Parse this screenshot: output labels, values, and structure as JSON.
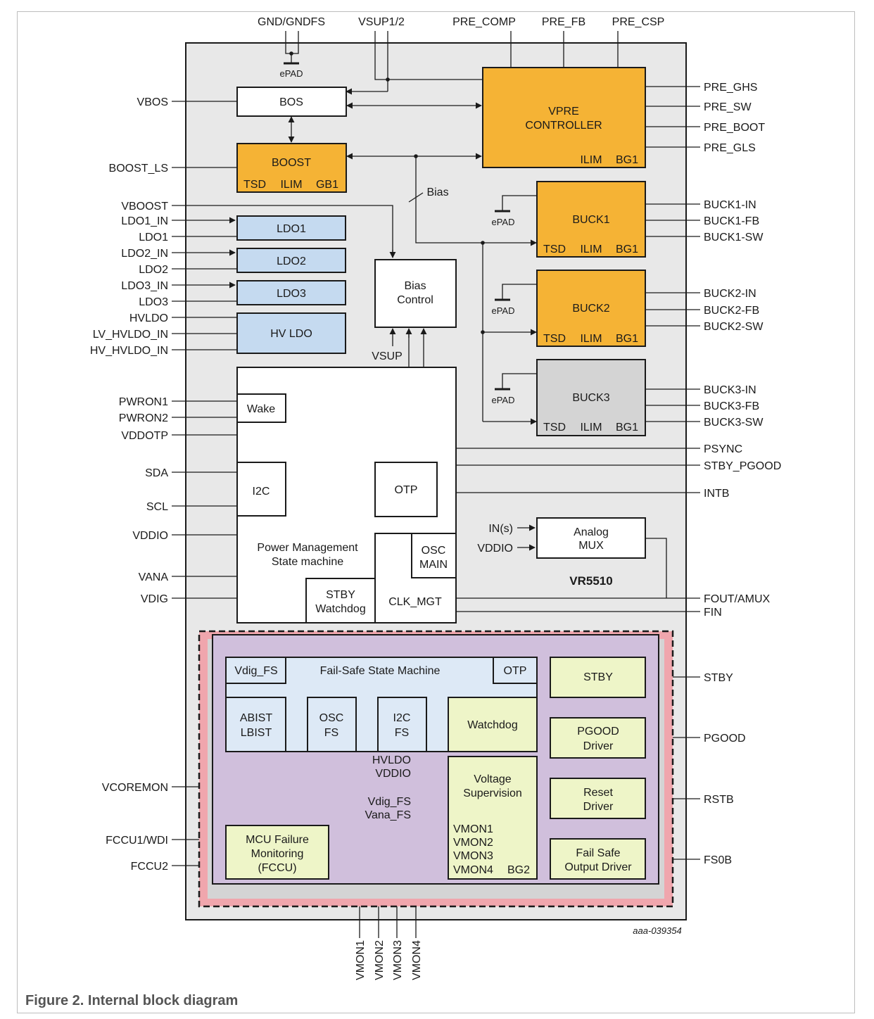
{
  "caption": "Figure 2.  Internal block diagram",
  "chip_name": "VR5510",
  "doc_id": "aaa-039354",
  "colors": {
    "chip_bg": "#e8e8e8",
    "orange": "#f5b335",
    "blue": "#c5daf0",
    "gray_block": "#d4d4d4",
    "purple": "#d0bfdc",
    "pink": "#f0a6ad",
    "green": "#eef5c8",
    "light_blue": "#dde9f6"
  },
  "top_pins": {
    "gnd": "GND/GNDFS",
    "vsup": "VSUP1/2",
    "pre_comp": "PRE_COMP",
    "pre_fb": "PRE_FB",
    "pre_csp": "PRE_CSP"
  },
  "epad": "ePAD",
  "bias_label": "Bias",
  "blocks": {
    "bos": "BOS",
    "boost": {
      "title": "BOOST",
      "tsd": "TSD",
      "ilim": "ILIM",
      "gb1": "GB1"
    },
    "vpre": {
      "title1": "VPRE",
      "title2": "CONTROLLER",
      "ilim": "ILIM",
      "bg1": "BG1"
    },
    "buck1": {
      "title": "BUCK1",
      "tsd": "TSD",
      "ilim": "ILIM",
      "bg1": "BG1"
    },
    "buck2": {
      "title": "BUCK2",
      "tsd": "TSD",
      "ilim": "ILIM",
      "bg1": "BG1"
    },
    "buck3": {
      "title": "BUCK3",
      "tsd": "TSD",
      "ilim": "ILIM",
      "bg1": "BG1"
    },
    "ldo1": "LDO1",
    "ldo2": "LDO2",
    "ldo3": "LDO3",
    "hvldo": "HV LDO",
    "bias": {
      "l1": "Bias",
      "l2": "Control"
    },
    "vsup_label": "VSUP",
    "wake": "Wake",
    "i2c": "I2C",
    "otp": "OTP",
    "pm": {
      "l1": "Power Management",
      "l2": "State machine"
    },
    "osc": {
      "l1": "OSC",
      "l2": "MAIN"
    },
    "stby_wd": {
      "l1": "STBY",
      "l2": "Watchdog"
    },
    "clk": "CLK_MGT",
    "amux": {
      "l1": "Analog",
      "l2": "MUX"
    },
    "amux_in1": "IN(s)",
    "amux_in2": "VDDIO",
    "fs": {
      "title": "Fail-Safe State Machine",
      "vdig": "Vdig_FS",
      "otp": "OTP",
      "abist": {
        "l1": "ABIST",
        "l2": "LBIST"
      },
      "osc": {
        "l1": "OSC",
        "l2": "FS"
      },
      "i2c": {
        "l1": "I2C",
        "l2": "FS"
      },
      "watchdog": "Watchdog",
      "vs": {
        "l1": "Voltage",
        "l2": "Supervision",
        "vmon1": "VMON1",
        "vmon2": "VMON2",
        "vmon3": "VMON3",
        "vmon4": "VMON4",
        "bg2": "BG2"
      },
      "vs_in": {
        "hvldo": "HVLDO",
        "vddio": "VDDIO",
        "vdig": "Vdig_FS",
        "vana": "Vana_FS"
      },
      "mcu": {
        "l1": "MCU Failure",
        "l2": "Monitoring",
        "l3": "(FCCU)"
      },
      "stby": "STBY",
      "pgood": {
        "l1": "PGOOD",
        "l2": "Driver"
      },
      "reset": {
        "l1": "Reset",
        "l2": "Driver"
      },
      "fsout": {
        "l1": "Fail Safe",
        "l2": "Output Driver"
      }
    }
  },
  "left_pins": [
    "VBOS",
    "BOOST_LS",
    "VBOOST",
    "LDO1_IN",
    "LDO1",
    "LDO2_IN",
    "LDO2",
    "LDO3_IN",
    "LDO3",
    "HVLDO",
    "LV_HVLDO_IN",
    "HV_HVLDO_IN",
    "PWRON1",
    "PWRON2",
    "VDDOTP",
    "SDA",
    "SCL",
    "VDDIO",
    "VANA",
    "VDIG",
    "VCOREMON",
    "FCCU1/WDI",
    "FCCU2"
  ],
  "right_pins": [
    "PRE_GHS",
    "PRE_SW",
    "PRE_BOOT",
    "PRE_GLS",
    "BUCK1-IN",
    "BUCK1-FB",
    "BUCK1-SW",
    "BUCK2-IN",
    "BUCK2-FB",
    "BUCK2-SW",
    "BUCK3-IN",
    "BUCK3-FB",
    "BUCK3-SW",
    "PSYNC",
    "STBY_PGOOD",
    "INTB",
    "FOUT/AMUX",
    "FIN",
    "STBY",
    "PGOOD",
    "RSTB",
    "FS0B"
  ],
  "bottom_pins": [
    "VMON1",
    "VMON2",
    "VMON3",
    "VMON4"
  ]
}
